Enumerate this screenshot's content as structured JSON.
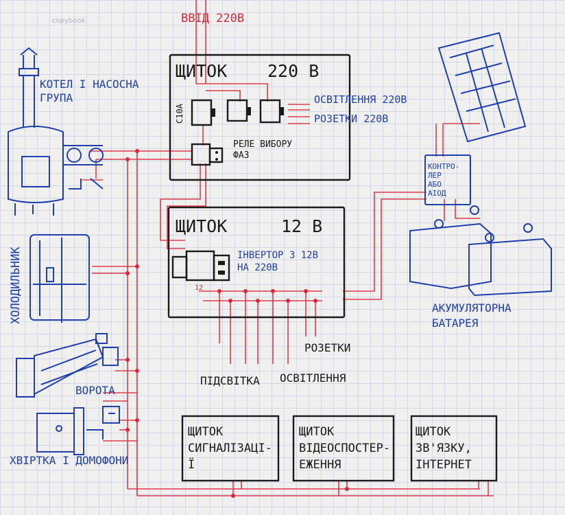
{
  "watermark": "copybook",
  "input_label": "ВВІД 220В",
  "panel_220": {
    "title": "ЩИТОК",
    "voltage": "220 В",
    "breaker_rating": "С10А",
    "relay_label": "РЕЛЕ ВИБОРУ ФАЗ"
  },
  "panel_12": {
    "title": "ЩИТОК",
    "voltage": "12 В",
    "inverter_label": "ІНВЕРТОР З 12В НА 220В",
    "terminal_mark": "12"
  },
  "outputs_220": [
    "ОСВІТЛЕННЯ 220В",
    "РОЗЕТКИ 220В"
  ],
  "outputs_12": {
    "sockets": "РОЗЕТКИ",
    "backlight": "ПІДСВІТКА",
    "lighting": "ОСВІТЛЕННЯ"
  },
  "boiler": {
    "label": "КОТЕЛ І НАСОСНА ГРУПА"
  },
  "fridge": {
    "label": "ХОЛОДИЛЬНИК"
  },
  "gate": {
    "label": "ВОРОТА"
  },
  "wicket": {
    "label": "ХВІРТКА І ДОМОФОНИ"
  },
  "controller": {
    "label": "КОНТРОЛЕР АБО АІОД"
  },
  "battery": {
    "label": "АКУМУЛЯТОРНА БАТАРЕЯ"
  },
  "bottom_panels": [
    {
      "label": "ЩИТОК СИГНАЛІЗАЦІЇ"
    },
    {
      "label": "ЩИТОК ВІДЕОСПОСТЕРЕЖЕННЯ"
    },
    {
      "label": "ЩИТОК ЗВ'ЯЗКУ, ІНТЕРНЕТ"
    }
  ],
  "colors": {
    "ink_black": "#1a1a1a",
    "ink_blue": "#1f3fae",
    "wire_red": "#d8283a",
    "paper": "#f1f0ee",
    "grid": "#cfd8e4"
  }
}
